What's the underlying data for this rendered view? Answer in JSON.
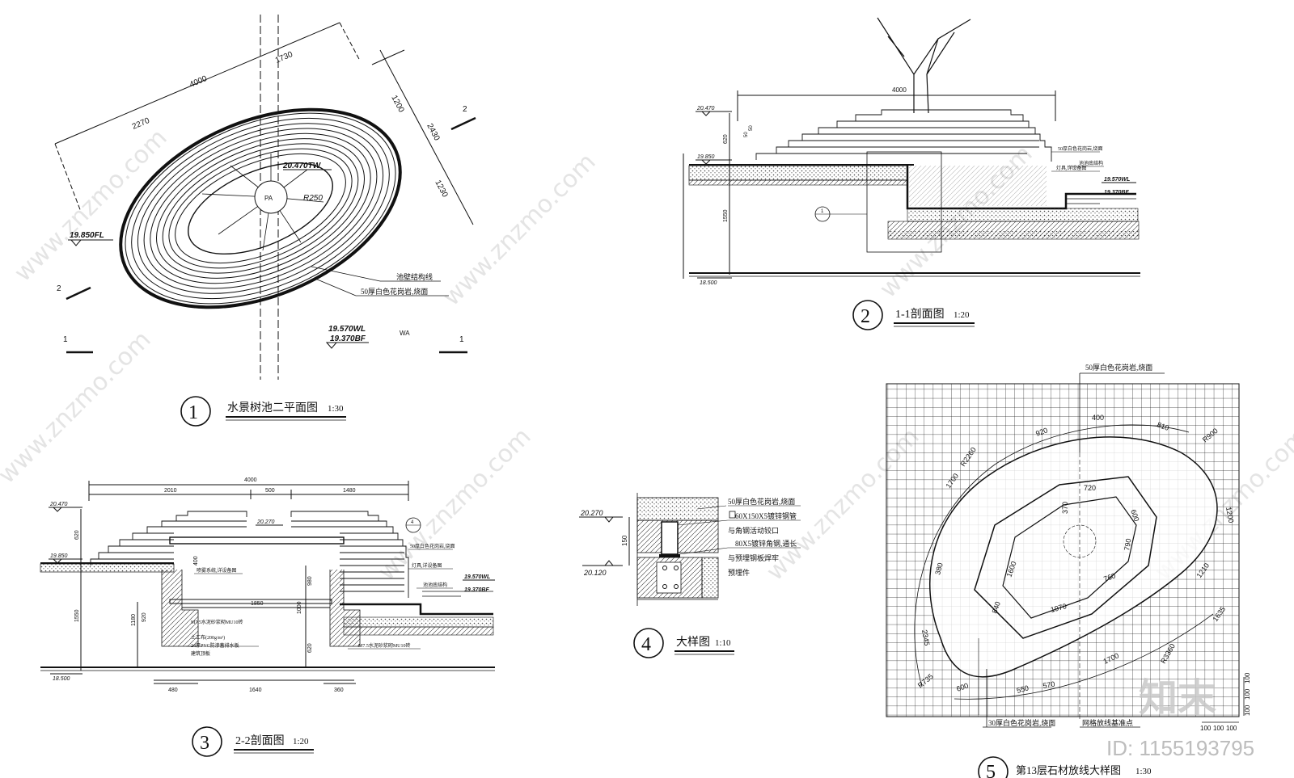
{
  "watermark": {
    "site": "www.znzmo.com",
    "logo": "知末",
    "id": "ID: 1155193795"
  },
  "view1": {
    "num": "1",
    "title": "水景树池二平面图",
    "scale": "1:30",
    "dims": [
      "4000",
      "2270",
      "1730",
      "1200",
      "2430",
      "1230"
    ],
    "levels": [
      "19.850FL",
      "20.470TW",
      "19.570WL",
      "19.370BF"
    ],
    "radius": "R250",
    "center": "PA",
    "wa": "WA",
    "notes": [
      "池壁结构线",
      "50厚白色花岗岩,烧面"
    ],
    "cut_marks": [
      "1",
      "1",
      "2",
      "2"
    ]
  },
  "view2": {
    "num": "2",
    "title": "1-1剖面图",
    "scale": "1:20",
    "dims": [
      "4000",
      "620",
      "1550",
      "50",
      "50"
    ],
    "levels": [
      "20.470",
      "19.850",
      "18.500",
      "19.570WL",
      "19.370BF"
    ],
    "notes": [
      "50厚白色花岗岩,烧面",
      "灯具,详设备图",
      "池池底结构"
    ],
    "mark": "1"
  },
  "view3": {
    "num": "3",
    "title": "2-2剖面图",
    "scale": "1:20",
    "dims_top": [
      "4000",
      "2010",
      "500",
      "1480"
    ],
    "dims_bottom": [
      "1640",
      "480",
      "360",
      "1850"
    ],
    "dims_side": [
      "620",
      "1550",
      "1180",
      "920",
      "1000",
      "980",
      "620",
      "400"
    ],
    "levels": [
      "20.470",
      "20.270",
      "19.850",
      "18.500",
      "19.570WL",
      "19.370BF"
    ],
    "notes": [
      "50厚白色花岗岩,烧面",
      "灯具,详设备图",
      "池池底结构",
      "喷雾系统,详设备图",
      "M7.5水泥砂浆砌MU10砖",
      "土工布(200g/m²)",
      "24厚PVC防渗蓄排水板",
      "建筑顶板",
      "M7.5水泥砂浆砌MU10砖"
    ],
    "mark": "4"
  },
  "view4": {
    "num": "4",
    "title": "大样图",
    "scale": "1:10",
    "levels": [
      "20.270",
      "20.120"
    ],
    "dim": "150",
    "notes": [
      "50厚白色花岗岩,烧面",
      "60X150X5镀锌钢管",
      "与角钢活动铰口",
      "80X5镀锌角钢,通长",
      "与预埋钢板焊牢",
      "预埋件"
    ]
  },
  "view5": {
    "num": "5",
    "title": "第13层石材放线大样图",
    "scale": "1:30",
    "notes": [
      "50厚白色花岗岩,烧面",
      "30厚白色花岗岩,烧面",
      "网格放线基准点"
    ],
    "dims": [
      "920",
      "400",
      "810",
      "R900",
      "R2260",
      "1700",
      "720",
      "370",
      "600",
      "1200",
      "1600",
      "840",
      "790",
      "760",
      "1970",
      "380",
      "1210",
      "1635",
      "2345",
      "570",
      "1700",
      "R3360",
      "R735",
      "600",
      "550"
    ],
    "grid": [
      "100",
      "100",
      "100",
      "100",
      "100",
      "100"
    ]
  }
}
